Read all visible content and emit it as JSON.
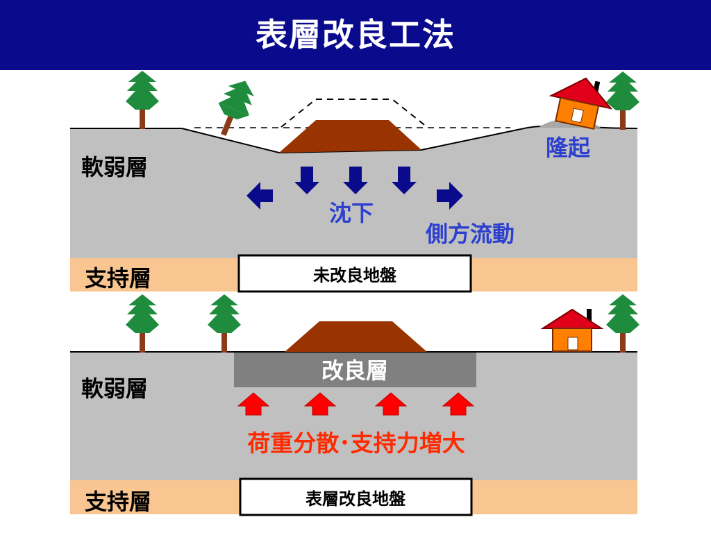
{
  "title": "表層改良工法",
  "top_panel": {
    "soft_layer_label": "軟弱層",
    "support_layer_label": "支持層",
    "ground_box_label": "未改良地盤",
    "heave_label": "隆起",
    "settlement_label": "沈下",
    "lateral_flow_label": "側方流動"
  },
  "bottom_panel": {
    "soft_layer_label": "軟弱層",
    "support_layer_label": "支持層",
    "ground_box_label": "表層改良地盤",
    "improved_layer_label": "改良層",
    "effect_label": "荷重分散･支持力増大"
  },
  "colors": {
    "header": "#0a0a8c",
    "soft_layer": "#c0c0c0",
    "support_layer": "#f9c590",
    "embankment": "#993300",
    "improved_layer": "#808080",
    "tree_foliage": "#1e8c3c",
    "tree_trunk": "#8b3a1a",
    "blue_text": "#2c3fcf",
    "red_text": "#ff2a00",
    "settlement_arrow": "#0a0a8c",
    "load_arrow": "#ff0000"
  }
}
